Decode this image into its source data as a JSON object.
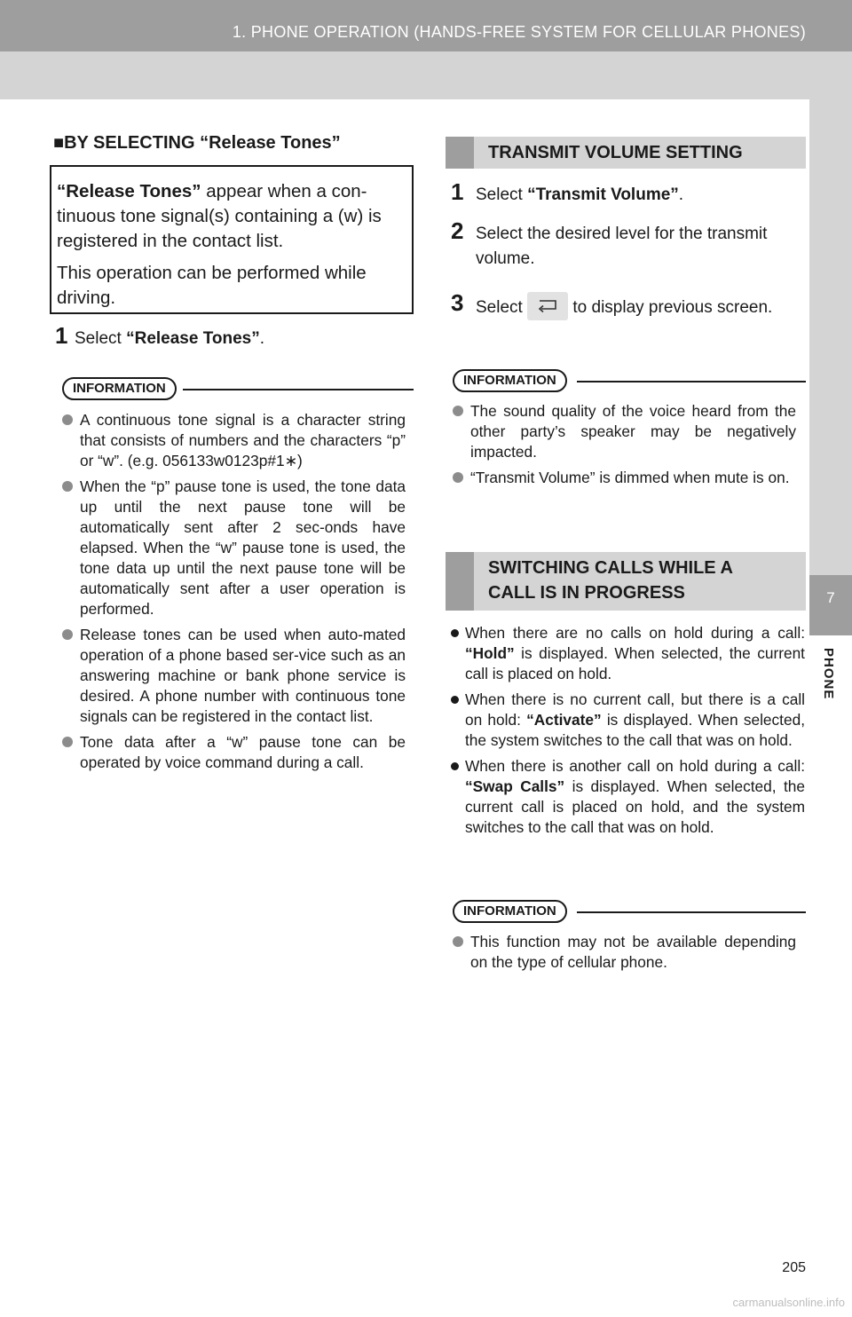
{
  "header": {
    "title": "1. PHONE OPERATION (HANDS-FREE SYSTEM FOR CELLULAR PHONES)"
  },
  "side_tab": {
    "number": "7",
    "label": "PHONE"
  },
  "left": {
    "section_title": "■BY SELECTING “Release Tones”",
    "note_bold": "“Release Tones”",
    "note_rest": " appear when a con-tinuous tone signal(s) containing a (w) is registered in the contact list.",
    "note_2": "This operation can be performed while driving.",
    "step1_num": "1",
    "step1_pre": "Select ",
    "step1_bold": "“Release Tones”",
    "step1_post": ".",
    "info_label": "INFORMATION",
    "bullets": [
      "A continuous tone signal is a character string that consists of numbers and the characters “p” or “w”. (e.g. 056133w0123p#1∗)",
      "When the “p” pause tone is used, the tone data up until the next pause tone will be automatically sent after 2 sec-onds have elapsed. When the “w” pause tone is used, the tone data up until the next pause tone will be automatically sent after a user operation is performed.",
      "Release tones can be used when auto-mated operation of a phone based ser-vice such as an answering machine or bank phone service is desired. A phone number with continuous tone signals can be registered in the contact list.",
      "Tone data after a “w” pause tone can be operated by voice command during a call."
    ]
  },
  "right": {
    "transmit_heading": "TRANSMIT VOLUME SETTING",
    "step1_num": "1",
    "step1_pre": "Select ",
    "step1_bold": "“Transmit Volume”",
    "step1_post": ".",
    "step2_num": "2",
    "step2_text": "Select the desired level for the transmit volume.",
    "step3_num": "3",
    "step3_pre": "Select",
    "step3_post": "to display previous screen.",
    "info1_label": "INFORMATION",
    "info1_bullets": [
      "The sound quality of the voice heard from the other party’s speaker may be negatively impacted.",
      "“Transmit Volume” is dimmed when mute is on."
    ],
    "switch_heading_1": "SWITCHING CALLS WHILE A",
    "switch_heading_2": "CALL IS IN PROGRESS",
    "switch_items": [
      {
        "pre": "When there are no calls on hold during a call: ",
        "bold": "“Hold”",
        "post": " is displayed. When selected, the current call is placed on hold."
      },
      {
        "pre": "When there is no current call, but there is a call on hold: ",
        "bold": "“Activate”",
        "post": " is displayed. When selected, the system switches to the call that was on hold."
      },
      {
        "pre": "When there is another call on hold during a call: ",
        "bold": "“Swap Calls”",
        "post": " is displayed. When selected, the current call is placed on hold, and the system switches to the call that was on hold."
      }
    ],
    "info2_label": "INFORMATION",
    "info2_bullets": [
      "This function may not be available depending on the type of cellular phone."
    ]
  },
  "footer": {
    "page_number": "205",
    "watermark": "carmanualsonline.info"
  }
}
